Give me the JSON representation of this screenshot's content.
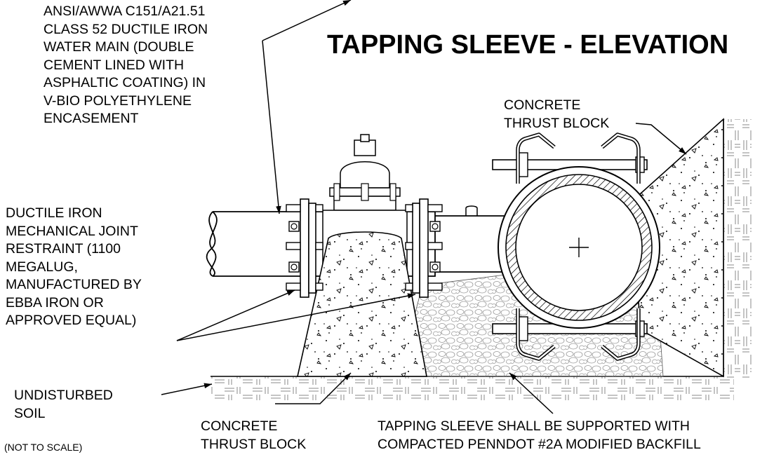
{
  "title": "TAPPING SLEEVE - ELEVATION",
  "labels": {
    "water_main": "ANSI/AWWA C151/A21.51\nCLASS 52 DUCTILE IRON\nWATER MAIN (DOUBLE\nCEMENT LINED WITH\nASPHALTIC COATING) IN\nV-BIO POLYETHYLENE\nENCASEMENT",
    "mj_restraint": "DUCTILE IRON\nMECHANICAL JOINT\nRESTRAINT (1100\nMEGALUG,\nMANUFACTURED BY\nEBBA IRON OR\nAPPROVED EQUAL)",
    "undisturbed_soil": "UNDISTURBED\nSOIL",
    "concrete_thrust_block_top": "CONCRETE\nTHRUST BLOCK",
    "concrete_thrust_block_bottom": "CONCRETE\nTHRUST BLOCK",
    "backfill_note": "TAPPING SLEEVE SHALL BE SUPPORTED WITH\nCOMPACTED PENNDOT #2A MODIFIED BACKFILL"
  },
  "scale_note": "(NOT TO SCALE)"
}
